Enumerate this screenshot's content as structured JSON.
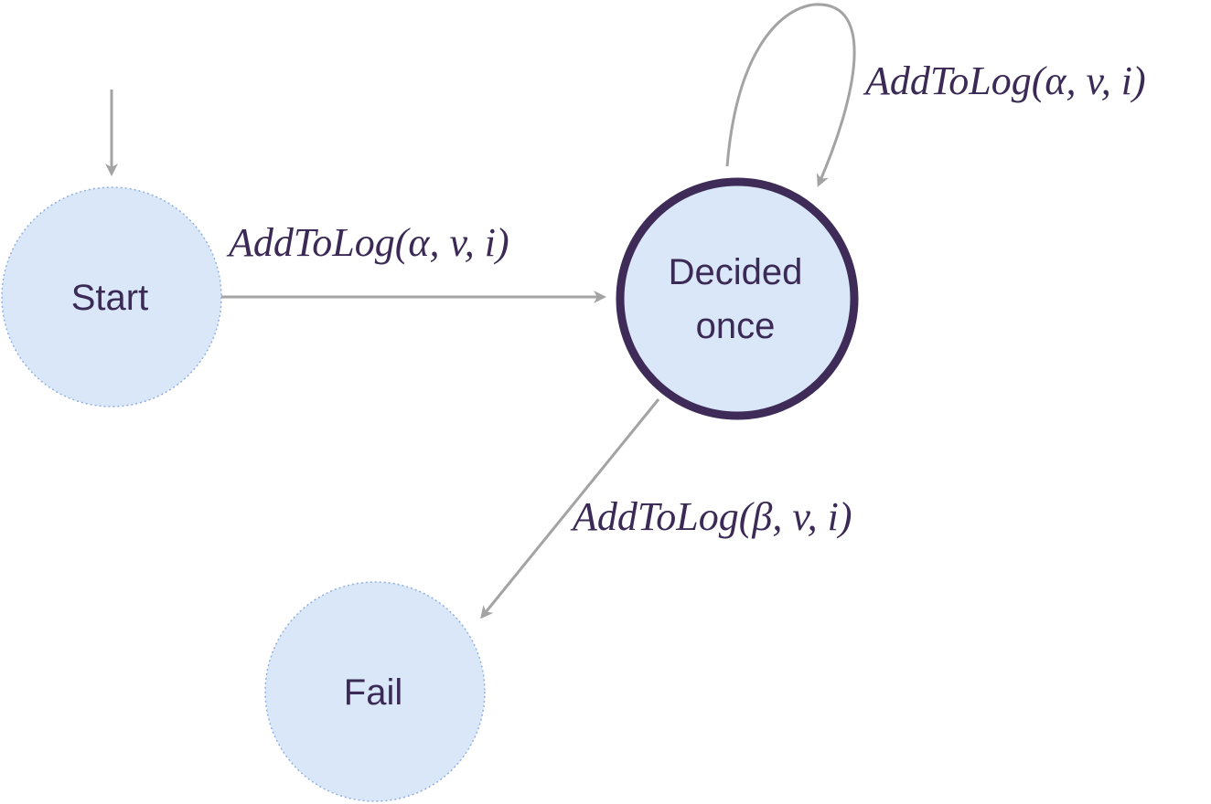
{
  "colors": {
    "state_fill": "#dae7f9",
    "state_stroke_dotted": "#8fb0e0",
    "accepting_stroke": "#3e2b58",
    "edge": "#a3a3a3",
    "text": "#3b2a55"
  },
  "states": {
    "start": {
      "label": "Start"
    },
    "decided": {
      "label_line1": "Decided",
      "label_line2": "once",
      "accepting": true
    },
    "fail": {
      "label": "Fail"
    }
  },
  "transitions": {
    "start_to_decided": {
      "label": "AddToLog(α, v, i)"
    },
    "decided_self_loop": {
      "label": "AddToLog(α, v, i)"
    },
    "decided_to_fail": {
      "label": "AddToLog(β, v, i)"
    }
  }
}
